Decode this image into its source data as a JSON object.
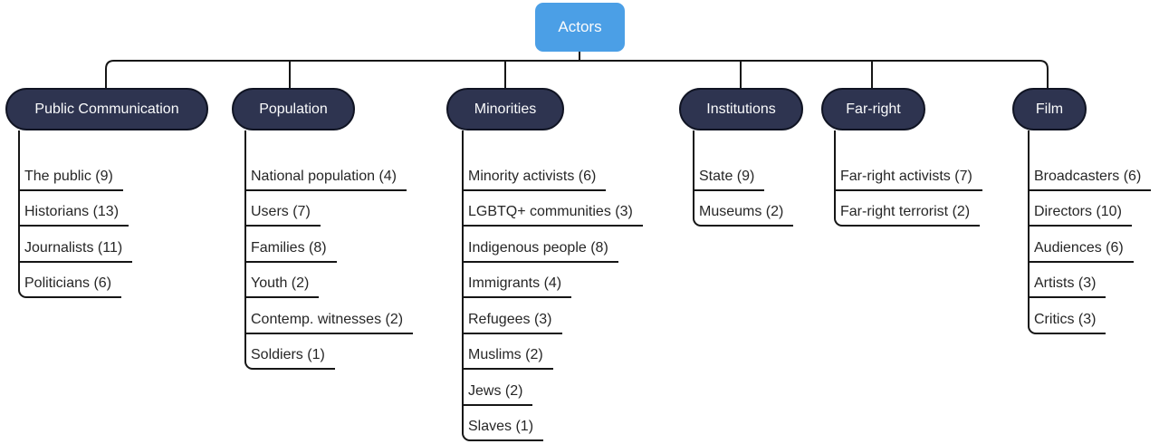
{
  "root": {
    "label": "Actors"
  },
  "branches": [
    {
      "label": "Public Communication",
      "items": [
        "The public (9)",
        "Historians (13)",
        "Journalists (11)",
        "Politicians (6)"
      ]
    },
    {
      "label": "Population",
      "items": [
        "National population (4)",
        "Users (7)",
        "Families (8)",
        "Youth (2)",
        "Contemp. witnesses (2)",
        "Soldiers (1)"
      ]
    },
    {
      "label": "Minorities",
      "items": [
        "Minority activists (6)",
        "LGBTQ+ communities (3)",
        "Indigenous people (8)",
        "Immigrants (4)",
        "Refugees (3)",
        "Muslims (2)",
        "Jews (2)",
        "Slaves (1)"
      ]
    },
    {
      "label": "Institutions",
      "items": [
        "State (9)",
        "Museums (2)"
      ]
    },
    {
      "label": "Far-right",
      "items": [
        "Far-right activists (7)",
        "Far-right terrorist (2)"
      ]
    },
    {
      "label": "Film",
      "items": [
        "Broadcasters (6)",
        "Directors (10)",
        "Audiences (6)",
        "Artists (3)",
        "Critics (3)"
      ]
    }
  ],
  "colors": {
    "root_fill": "#4B9FE6",
    "branch_fill": "#2E3450",
    "branch_border": "#101423",
    "line": "#161616",
    "text_light": "#FAFBFC",
    "text_dark": "#262626",
    "bg": "#FFFFFF"
  }
}
